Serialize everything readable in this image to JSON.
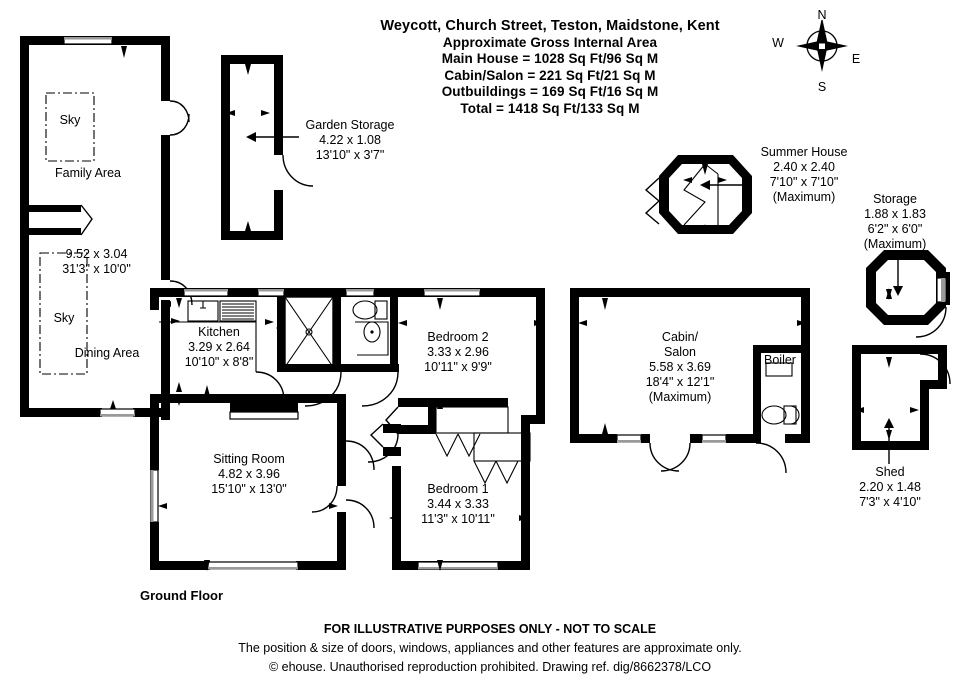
{
  "header": {
    "address": "Weycott, Church Street, Teston, Maidstone, Kent",
    "area_heading": "Approximate Gross Internal Area",
    "main_house": "Main House = 1028 Sq Ft/96 Sq M",
    "cabin_salon": "Cabin/Salon = 221 Sq Ft/21 Sq M",
    "outbuildings": "Outbuildings = 169 Sq Ft/16 Sq M",
    "total": "Total = 1418 Sq Ft/133 Sq M"
  },
  "compass": {
    "north": "N",
    "east": "E",
    "south": "S",
    "west": "W"
  },
  "rooms": {
    "family_area": {
      "sky": "Sky",
      "name": "Family Area"
    },
    "dining_area": {
      "dim_metric": "9.52 x 3.04",
      "dim_imperial": "31'3\" x 10'0\"",
      "sky": "Sky",
      "name": "Dining Area"
    },
    "kitchen": {
      "name": "Kitchen",
      "dim_metric": "3.29 x 2.64",
      "dim_imperial": "10'10\" x 8'8\""
    },
    "bedroom2": {
      "name": "Bedroom 2",
      "dim_metric": "3.33 x 2.96",
      "dim_imperial": "10'11\" x 9'9\""
    },
    "bedroom1": {
      "name": "Bedroom 1",
      "dim_metric": "3.44 x 3.33",
      "dim_imperial": "11'3\" x 10'11\""
    },
    "sitting_room": {
      "name": "Sitting Room",
      "dim_metric": "4.82 x 3.96",
      "dim_imperial": "15'10\" x 13'0\""
    },
    "garden_storage": {
      "name": "Garden Storage",
      "dim_metric": "4.22 x 1.08",
      "dim_imperial": "13'10\" x 3'7\""
    },
    "summer_house": {
      "name": "Summer House",
      "dim_metric": "2.40 x 2.40",
      "dim_imperial": "7'10\" x 7'10\"",
      "note": "(Maximum)"
    },
    "cabin_salon": {
      "name_line1": "Cabin/",
      "name_line2": "Salon",
      "dim_metric": "5.58 x 3.69",
      "dim_imperial": "18'4\" x 12'1\"",
      "note": "(Maximum)"
    },
    "boiler": {
      "name": "Boiler"
    },
    "storage": {
      "name": "Storage",
      "dim_metric": "1.88 x 1.83",
      "dim_imperial": "6'2\" x 6'0\"",
      "note": "(Maximum)"
    },
    "shed": {
      "name": "Shed",
      "dim_metric": "2.20 x 1.48",
      "dim_imperial": "7'3\" x 4'10\""
    }
  },
  "floor_label": "Ground Floor",
  "footer": {
    "line1": "FOR ILLUSTRATIVE PURPOSES ONLY - NOT TO SCALE",
    "line2": "The position & size of doors, windows, appliances and other features are approximate only.",
    "line3": "© ehouse. Unauthorised reproduction prohibited. Drawing ref. dig/8662378/LCO"
  },
  "colors": {
    "wall": "#000000",
    "background": "#ffffff",
    "window_band": "#9a9a9a"
  }
}
